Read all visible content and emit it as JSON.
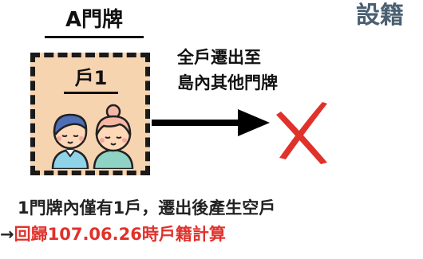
{
  "header": {
    "title_fragment": "設籍"
  },
  "plate": {
    "label": "A門牌"
  },
  "household": {
    "label": "戶1",
    "figure_icon": "family-couple-icon"
  },
  "action": {
    "line1": "全戶遷出至",
    "line2": "島內其他門牌",
    "arrow_icon": "right-arrow-icon",
    "result_icon": "red-x-icon"
  },
  "caption": {
    "main": "1門牌內僅有1戶，遷出後產生空戶",
    "arrow_prefix": "→",
    "note": "回歸107.06.26時戶籍計算"
  },
  "colors": {
    "box_fill": "#f7d4b0",
    "cross": "#e0312b",
    "note_text": "#e0312b",
    "title": "#4a5f72"
  }
}
